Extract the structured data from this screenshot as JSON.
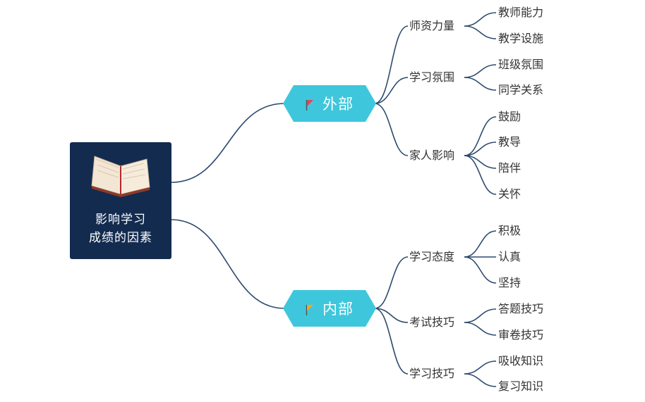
{
  "root": {
    "line1": "影响学习",
    "line2": "成绩的因素",
    "icon": "open-book-icon"
  },
  "branches": [
    {
      "label": "外部",
      "flag_color": "#e8405a",
      "children": [
        {
          "label": "师资力量",
          "leaves": [
            "教师能力",
            "教学设施"
          ]
        },
        {
          "label": "学习氛围",
          "leaves": [
            "班级氛围",
            "同学关系"
          ]
        },
        {
          "label": "家人影响",
          "leaves": [
            "鼓励",
            "教导",
            "陪伴",
            "关怀"
          ]
        }
      ]
    },
    {
      "label": "内部",
      "flag_color": "#f5a623",
      "children": [
        {
          "label": "学习态度",
          "leaves": [
            "积极",
            "认真",
            "坚持"
          ]
        },
        {
          "label": "考试技巧",
          "leaves": [
            "答题技巧",
            "审卷技巧"
          ]
        },
        {
          "label": "学习技巧",
          "leaves": [
            "吸收知识",
            "复习知识"
          ]
        }
      ]
    }
  ],
  "colors": {
    "root_bg": "#132b4f",
    "branch_bg": "#3ec7dc",
    "line": "#2c4a6e",
    "text": "#333333"
  }
}
